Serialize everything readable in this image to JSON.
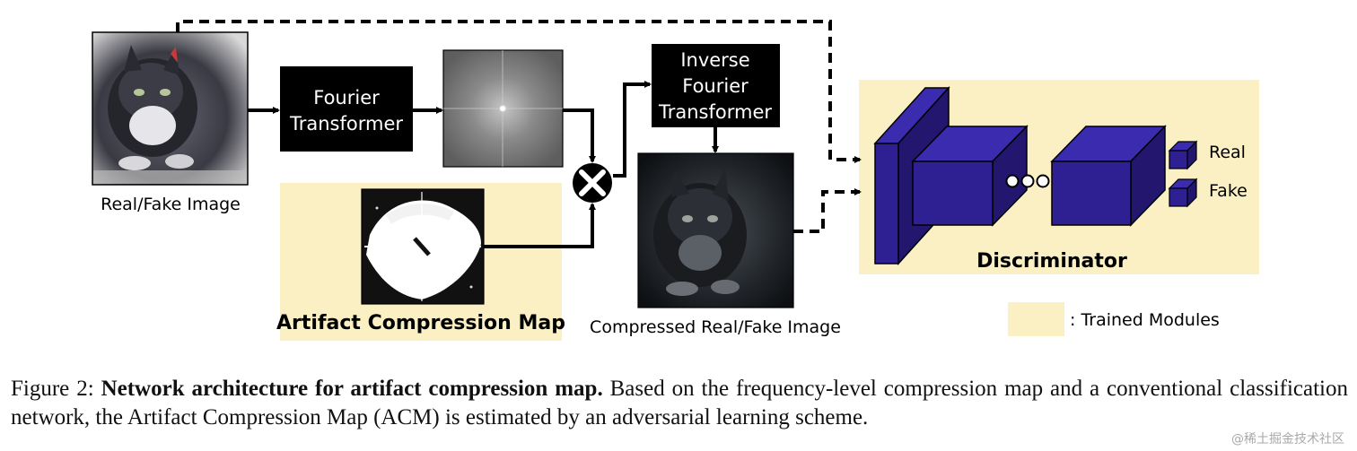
{
  "labels": {
    "real_fake_image": "Real/Fake Image",
    "fourier_line1": "Fourier",
    "fourier_line2": "Transformer",
    "inverse_line1": "Inverse",
    "inverse_line2": "Fourier",
    "inverse_line3": "Transformer",
    "artifact_map": "Artifact Compression Map",
    "compressed_image": "Compressed Real/Fake Image",
    "discriminator": "Discriminator",
    "real_output": "Real",
    "fake_output": "Fake",
    "legend_trained": ": Trained Modules"
  },
  "caption": {
    "prefix": "Figure 2: ",
    "bold": "Network architecture for artifact compression map.",
    "rest": " Based on the frequency-level compression map and a conventional classification network, the Artifact Compression Map (ACM) is estimated by an adversarial learning scheme."
  },
  "watermark": "@稀土掘金技术社区",
  "colors": {
    "trained_module": "#FBEFC4",
    "cube_face": "#2E1F93",
    "cube_top": "#3B2BAF",
    "cube_side": "#22166F",
    "box_black": "#000000"
  },
  "icons": {
    "multiply": "multiply-circle-icon"
  }
}
